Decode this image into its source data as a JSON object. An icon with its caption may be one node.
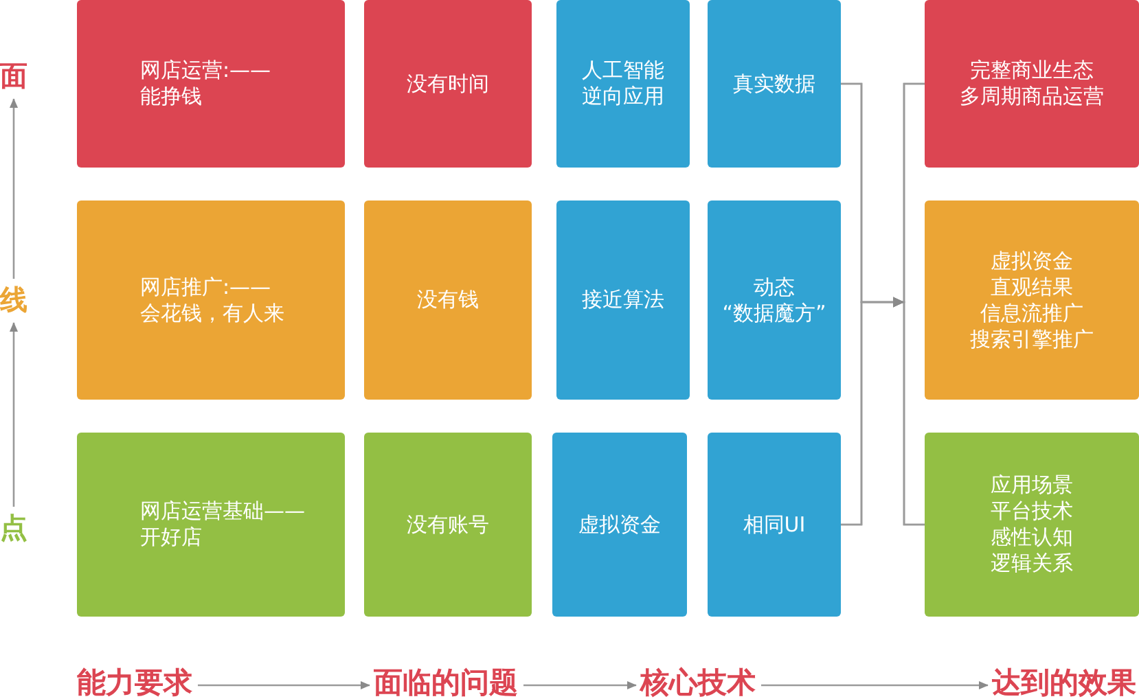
{
  "diagram": {
    "nodes": [
      {
        "text": [
          "面"
        ]
      },
      {
        "text": [
          "网店运营:——能挣钱"
        ]
      },
      {
        "text": [
          "没有时间"
        ]
      },
      {
        "text": [
          "人工智能逆向应用"
        ]
      },
      {
        "text": [
          "真实数据"
        ]
      },
      {
        "text": [
          "完整商业生态",
          "多周期商品运营"
        ]
      },
      {
        "text": [
          "线"
        ]
      },
      {
        "text": [
          "网店推广:——会花钱，有人来"
        ]
      },
      {
        "text": [
          "没有钱"
        ]
      },
      {
        "text": [
          "接近算法"
        ]
      },
      {
        "text": [
          "动态",
          "“数据魔方”"
        ]
      },
      {
        "text": [
          "虚拟资金",
          "直观结果",
          "信息流推广",
          "搜索引擎推广"
        ]
      },
      {
        "text": [
          "点"
        ]
      },
      {
        "text": [
          "网店运营基础——开好店"
        ]
      },
      {
        "text": [
          "没有账号"
        ]
      },
      {
        "text": [
          "虚拟资金"
        ]
      },
      {
        "text": [
          "相同UI"
        ]
      },
      {
        "text": [
          "应用场景",
          "平台技术",
          "感性认知",
          "逻辑关系"
        ]
      },
      {
        "text": [
          "能力要求"
        ]
      },
      {
        "text": [
          "面临的问题"
        ]
      },
      {
        "text": [
          "核心技术"
        ]
      },
      {
        "text": [
          "达到的效果"
        ]
      }
    ],
    "edges": [
      {
        "from": 12,
        "to": 6,
        "arrow": "to"
      },
      {
        "from": 6,
        "to": 0,
        "arrow": "to"
      },
      {
        "from": 4,
        "to": 5,
        "arrow": "to"
      },
      {
        "from": 4,
        "to": 17,
        "arrow": "to"
      },
      {
        "from": 16,
        "to": 5,
        "arrow": "to"
      },
      {
        "from": 16,
        "to": 17,
        "arrow": "to"
      },
      {
        "from": 18,
        "to": 19,
        "arrow": "to"
      },
      {
        "from": 19,
        "to": 20,
        "arrow": "to"
      },
      {
        "from": 20,
        "to": 21,
        "arrow": "to"
      }
    ]
  }
}
